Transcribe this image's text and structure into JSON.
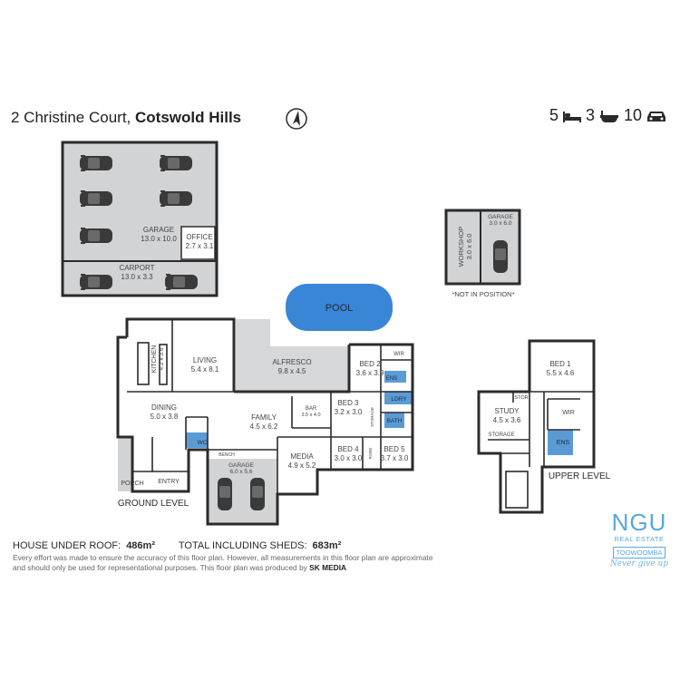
{
  "header": {
    "address_street": "2 Christine Court,",
    "address_suburb": "Cotswold Hills",
    "bedrooms": "5",
    "bathrooms": "3",
    "car_spaces": "10"
  },
  "sheds": {
    "garage_label": "GARAGE",
    "garage_size": "13.0 x 10.0",
    "office_label": "OFFICE",
    "office_size": "2.7 x 3.1",
    "carport_label": "CARPORT",
    "carport_size": "13.0 x 3.3",
    "pool_label": "POOL",
    "workshop_label": "WORKSHOP",
    "workshop_size": "3.0 x 6.0",
    "ws_garage_label": "GARAGE",
    "ws_garage_size": "3.0 x 6.0",
    "not_in_position": "*NOT IN POSITION*"
  },
  "ground_level": {
    "label": "GROUND LEVEL",
    "rooms": {
      "kitchen": "KITCHEN",
      "kitchen_size": "4.2 x 3.6",
      "living": "LIVING",
      "living_size": "5.4 x 8.1",
      "alfresco": "ALFRESCO",
      "alfresco_size": "9.8 x 4.5",
      "bed2": "BED 2",
      "bed2_size": "3.6 x 3.9",
      "wir": "WIR",
      "ens": "ENS",
      "ldry": "LDRY",
      "bath": "BATH",
      "dining": "DINING",
      "dining_size": "5.0 x 3.8",
      "family": "FAMILY",
      "family_size": "4.5 x 6.2",
      "bar": "BAR",
      "bar_size": "3.5 x 4.0",
      "bed3": "BED 3",
      "bed3_size": "3.2 x 3.0",
      "storage": "STORAGE",
      "robe": "ROBE",
      "bed4": "BED 4",
      "bed4_size": "3.0 x 3.0",
      "bed5": "BED 5",
      "bed5_size": "3.7 x 3.0",
      "media": "MEDIA",
      "media_size": "4.9 x 5.2",
      "wc": "WC",
      "bench": "BENCH",
      "garage": "GARAGE",
      "garage_size": "6.0 x 5.6",
      "porch": "PORCH",
      "entry": "ENTRY"
    }
  },
  "upper_level": {
    "label": "UPPER LEVEL",
    "rooms": {
      "bed1": "BED 1",
      "bed1_size": "5.5 x 4.6",
      "study": "STUDY",
      "study_size": "4.5 x 3.6",
      "stor": "STOR",
      "wir": "WIR",
      "storage": "STORAGE",
      "ens": "ENS"
    }
  },
  "stats": {
    "house_label": "HOUSE UNDER ROOF:",
    "house_value": "486m²",
    "total_label": "TOTAL INCLUDING SHEDS:",
    "total_value": "683m²"
  },
  "disclaimer": {
    "text": "Every effort was made to ensure the accuracy of this floor plan. However, all measurements in this floor plan are approximate and should only be used for representational purposes. This floor plan was produced by",
    "producer": "SK MEDIA"
  },
  "logo": {
    "name": "NGU",
    "line1": "REAL ESTATE",
    "line2": "TOOWOOMBA",
    "tagline": "Never give up"
  },
  "colors": {
    "wet_area": "#5b9bd5",
    "pool": "#3a86d6",
    "garage_floor": "#d1d3d4",
    "alfresco": "#d6d7d8",
    "wall": "#2b2b2b",
    "brand": "#5aa7e0"
  },
  "icons": [
    "compass-north-icon",
    "bed-icon",
    "bath-icon",
    "car-icon"
  ]
}
